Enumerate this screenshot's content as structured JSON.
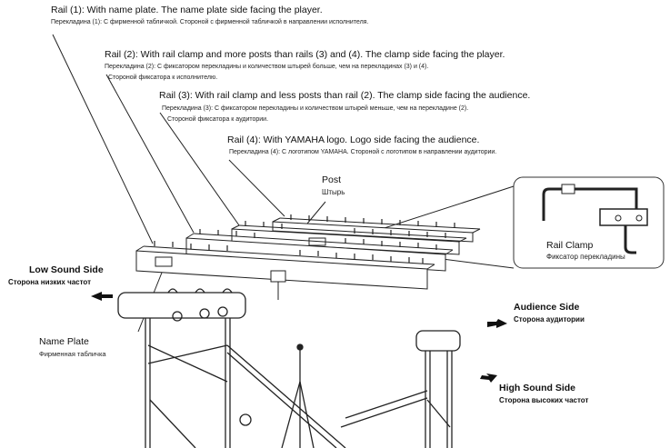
{
  "rails": [
    {
      "en": "Rail (1): With name plate. The name plate side facing the player.",
      "ru": "Перекладина (1): С фирменной табличкой. Стороной с фирменной табличкой в направлении исполнителя."
    },
    {
      "en": "Rail (2): With rail clamp and more posts than rails (3) and (4). The clamp side facing the player.",
      "ru": "Перекладина (2): С фиксатором перекладины и количеством штырей больше, чем на перекладинах (3) и (4).",
      "ru2": "Стороной фиксатора к исполнителю."
    },
    {
      "en": "Rail (3): With rail clamp and less posts than rail (2). The clamp side facing the audience.",
      "ru": "Перекладина (3): С фиксатором перекладины и количеством штырей меньше, чем на перекладине (2).",
      "ru2": "Стороной фиксатора к аудитории."
    },
    {
      "en": "Rail (4): With YAMAHA logo. Logo side facing the audience.",
      "ru": "Перекладина (4): С логотипом YAMAHA. Стороной с логотипом в направлении аудитории."
    }
  ],
  "post": {
    "en": "Post",
    "ru": "Штырь"
  },
  "rail_clamp": {
    "en": "Rail Clamp",
    "ru": "Фиксатор перекладины"
  },
  "low_side": {
    "en": "Low Sound Side",
    "ru": "Сторона низких частот"
  },
  "name_plate": {
    "en": "Name Plate",
    "ru": "Фирменная табличка"
  },
  "audience_side": {
    "en": "Audience Side",
    "ru": "Сторона аудитории"
  },
  "high_side": {
    "en": "High Sound Side",
    "ru": "Сторона высоких частот"
  }
}
